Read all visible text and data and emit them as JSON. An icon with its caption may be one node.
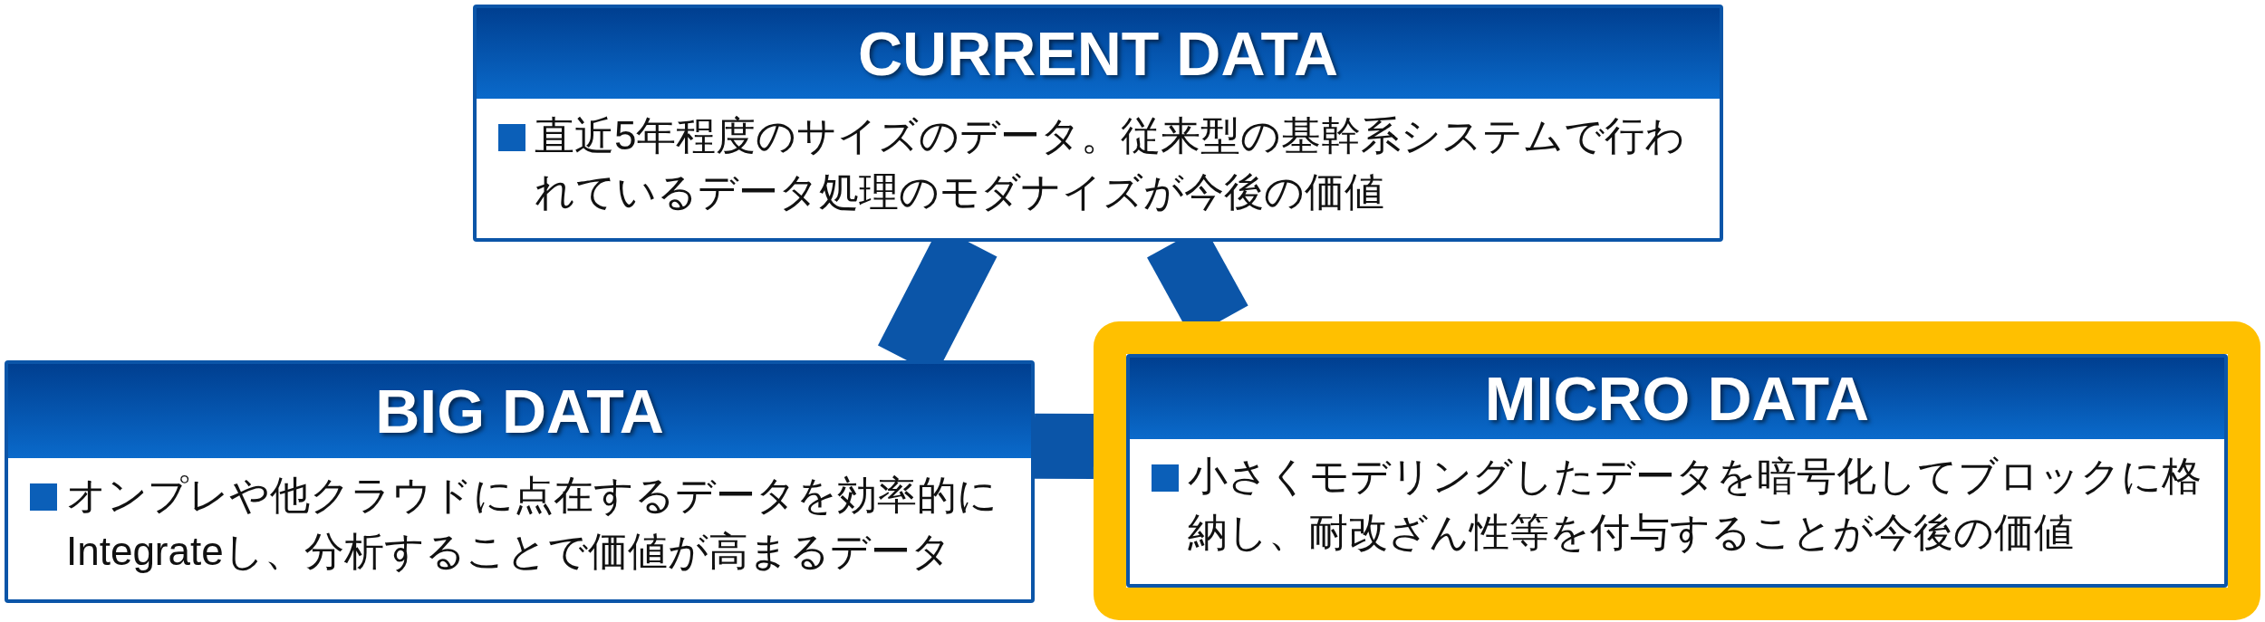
{
  "diagram": {
    "nodes": [
      {
        "text": [
          "CURRENT DATA",
          "直近5年程度のサイズのデータ。従来型の基幹系システムで行われているデータ処理のモダナイズが今後の価値"
        ]
      },
      {
        "text": [
          "BIG DATA",
          "オンプレや他クラウドに点在するデータを効率的にIntegrateし、分析することで価値が高まるデータ"
        ]
      },
      {
        "text": [
          "MICRO DATA",
          "小さくモデリングしたデータを暗号化してブロックに格納し、耐改ざん性等を付与することが今後の価値"
        ]
      }
    ],
    "edges": [
      {
        "from": 0,
        "to": 1,
        "arrow": "none"
      },
      {
        "from": 0,
        "to": 2,
        "arrow": "none"
      },
      {
        "from": 1,
        "to": 2,
        "arrow": "none"
      }
    ]
  }
}
